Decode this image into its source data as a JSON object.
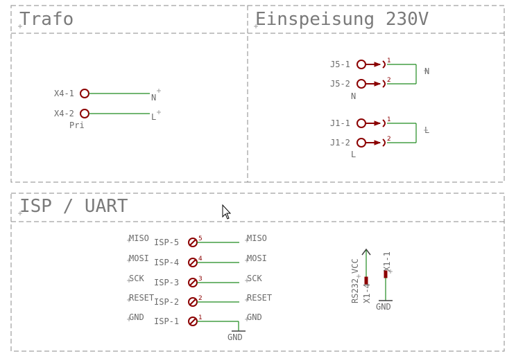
{
  "sections": {
    "trafo": {
      "title": "Trafo"
    },
    "feed": {
      "title": "Einspeisung 230V"
    },
    "isp": {
      "title": "ISP / UART"
    }
  },
  "trafo": {
    "x4_1": "X4-1",
    "x4_2": "X4-2",
    "net_n": "N",
    "net_l": "L",
    "value": "Pri"
  },
  "feed": {
    "j5_1": "J5-1",
    "j5_2": "J5-2",
    "j5_value": "N",
    "j5_net": "N",
    "j1_1": "J1-1",
    "j1_2": "J1-2",
    "j1_value": "L",
    "j1_net": "L",
    "pin1": "1",
    "pin2": "2"
  },
  "isp": {
    "rows": [
      {
        "left": "MISO",
        "name": "ISP-5",
        "pin": "5",
        "right": "MISO"
      },
      {
        "left": "MOSI",
        "name": "ISP-4",
        "pin": "4",
        "right": "MOSI"
      },
      {
        "left": "SCK",
        "name": "ISP-3",
        "pin": "3",
        "right": "SCK"
      },
      {
        "left": "RESET",
        "name": "ISP-2",
        "pin": "2",
        "right": "RESET"
      },
      {
        "left": "GND",
        "name": "ISP-1",
        "pin": "1",
        "right": "GND"
      }
    ],
    "gnd_symbol": "GND"
  },
  "uart": {
    "vcc": "VCC",
    "rs232": "RS232",
    "x1_4": "X1-4",
    "x1_1": "X1-1",
    "gnd_symbol": "GND"
  }
}
